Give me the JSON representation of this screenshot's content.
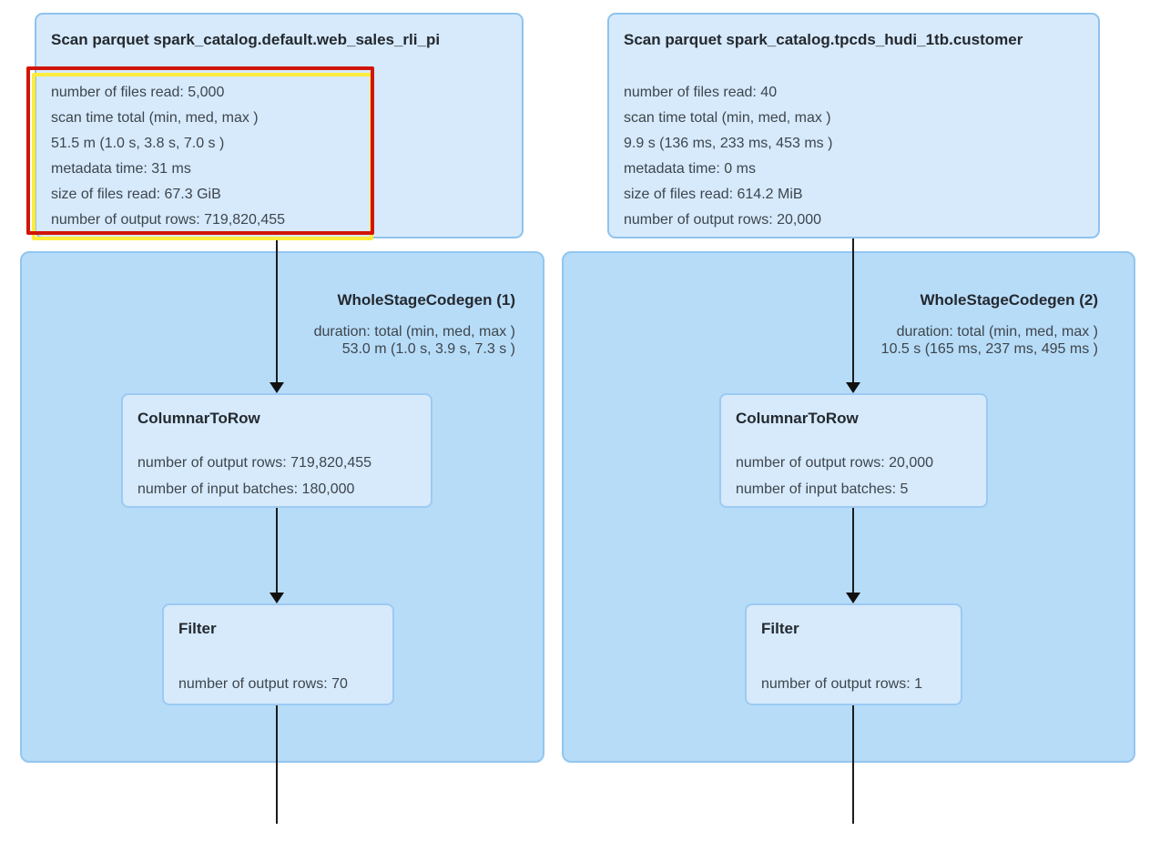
{
  "diagram": {
    "kind": "spark-sql-query-plan-dag",
    "colors": {
      "operator_node_fill": "#d6eafc",
      "operator_node_border": "#8fc3ee",
      "codegen_cluster_fill": "#b7dcf8",
      "codegen_cluster_border": "#92c6f0",
      "edge": "#1c1c1c",
      "text": "#3e454c",
      "title_text": "#24292f",
      "annotation_red": "#d11507",
      "annotation_yellow": "#ffec3d"
    }
  },
  "annotation": {
    "shape": "red rectangle with yellow underlay highlighting left scan metrics",
    "box_color": "#d11507",
    "underlay_color": "#ffec3d"
  },
  "columns": [
    {
      "side": "left",
      "scan": {
        "title": "Scan parquet spark_catalog.default.web_sales_rli_pi",
        "metrics": [
          "number of files read: 5,000",
          "scan time total (min, med, max )",
          "51.5 m (1.0 s, 3.8 s, 7.0 s )",
          "metadata time: 31 ms",
          "size of files read: 67.3 GiB",
          "number of output rows: 719,820,455"
        ],
        "highlighted": true
      },
      "codegen": {
        "title": "WholeStageCodegen (1)",
        "duration_label": "duration: total (min, med, max )",
        "duration_value": "53.0 m (1.0 s, 3.9 s, 7.3 s )"
      },
      "columnar_to_row": {
        "title": "ColumnarToRow",
        "metrics": [
          "number of output rows: 719,820,455",
          "number of input batches: 180,000"
        ]
      },
      "filter": {
        "title": "Filter",
        "metrics": [
          "number of output rows: 70"
        ]
      }
    },
    {
      "side": "right",
      "scan": {
        "title": "Scan parquet spark_catalog.tpcds_hudi_1tb.customer",
        "metrics": [
          "number of files read: 40",
          "scan time total (min, med, max )",
          "9.9 s (136 ms, 233 ms, 453 ms )",
          "metadata time: 0 ms",
          "size of files read: 614.2 MiB",
          "number of output rows: 20,000"
        ],
        "highlighted": false
      },
      "codegen": {
        "title": "WholeStageCodegen (2)",
        "duration_label": "duration: total (min, med, max )",
        "duration_value": "10.5 s (165 ms, 237 ms, 495 ms )"
      },
      "columnar_to_row": {
        "title": "ColumnarToRow",
        "metrics": [
          "number of output rows: 20,000",
          "number of input batches: 5"
        ]
      },
      "filter": {
        "title": "Filter",
        "metrics": [
          "number of output rows: 1"
        ]
      }
    }
  ]
}
